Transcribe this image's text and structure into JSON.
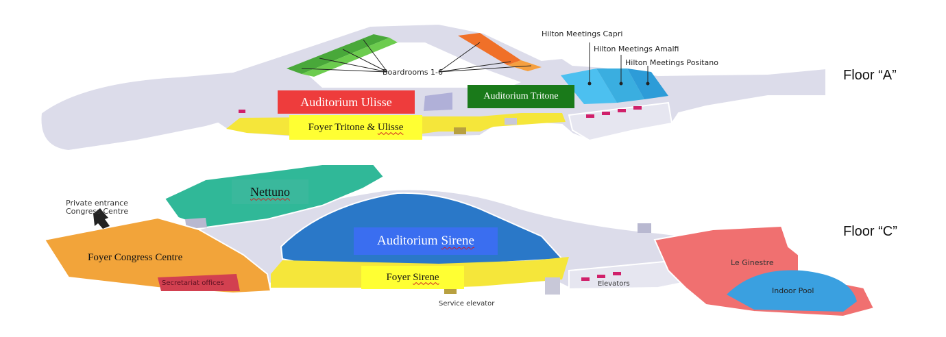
{
  "colors": {
    "floor_gray": "#dcdcea",
    "floor_edge": "#ffffff",
    "yellow": "#f5e63a",
    "green": "#49a83a",
    "orange": "#f08020",
    "blue_light": "#3aaee0",
    "teal": "#30b898",
    "blue": "#2a78c8",
    "congress_orange": "#f2a43a",
    "secretariat_red": "#d24050",
    "salmon": "#f07070",
    "pool_blue": "#3aa0e0",
    "label_red": "#ee3c3c",
    "label_green": "#1a7a1a",
    "label_yellow": "#ffff33",
    "label_blue": "#3a6ef0",
    "label_teal": "#3ab89c"
  },
  "floor_a": {
    "floor_label": "Floor “A”",
    "boardrooms_label": "Boardrooms 1-6",
    "meeting_rooms": [
      "Hilton Meetings Capri",
      "Hilton Meetings Amalfi",
      "Hilton Meetings Positano"
    ],
    "auditorium_ulisse": "Auditorium Ulisse",
    "auditorium_tritone": "Auditorium Tritone",
    "foyer_label_a": "Foyer Tritone & ",
    "foyer_label_b": "Ulisse"
  },
  "floor_c": {
    "floor_label": "Floor “C”",
    "nettuno": "Nettuno",
    "private_entrance_line1": "Private entrance",
    "private_entrance_line2": "Congress Centre",
    "foyer_congress": "Foyer Congress Centre",
    "secretariat": "Secretariat offices",
    "auditorium_sirene": "Auditorium Sirene",
    "foyer_sirene_a": "Foyer ",
    "foyer_sirene_b": "Sirene",
    "service_elevator": "Service elevator",
    "elevators": "Elevators",
    "le_ginestre": "Le Ginestre",
    "indoor_pool": "Indoor Pool"
  }
}
